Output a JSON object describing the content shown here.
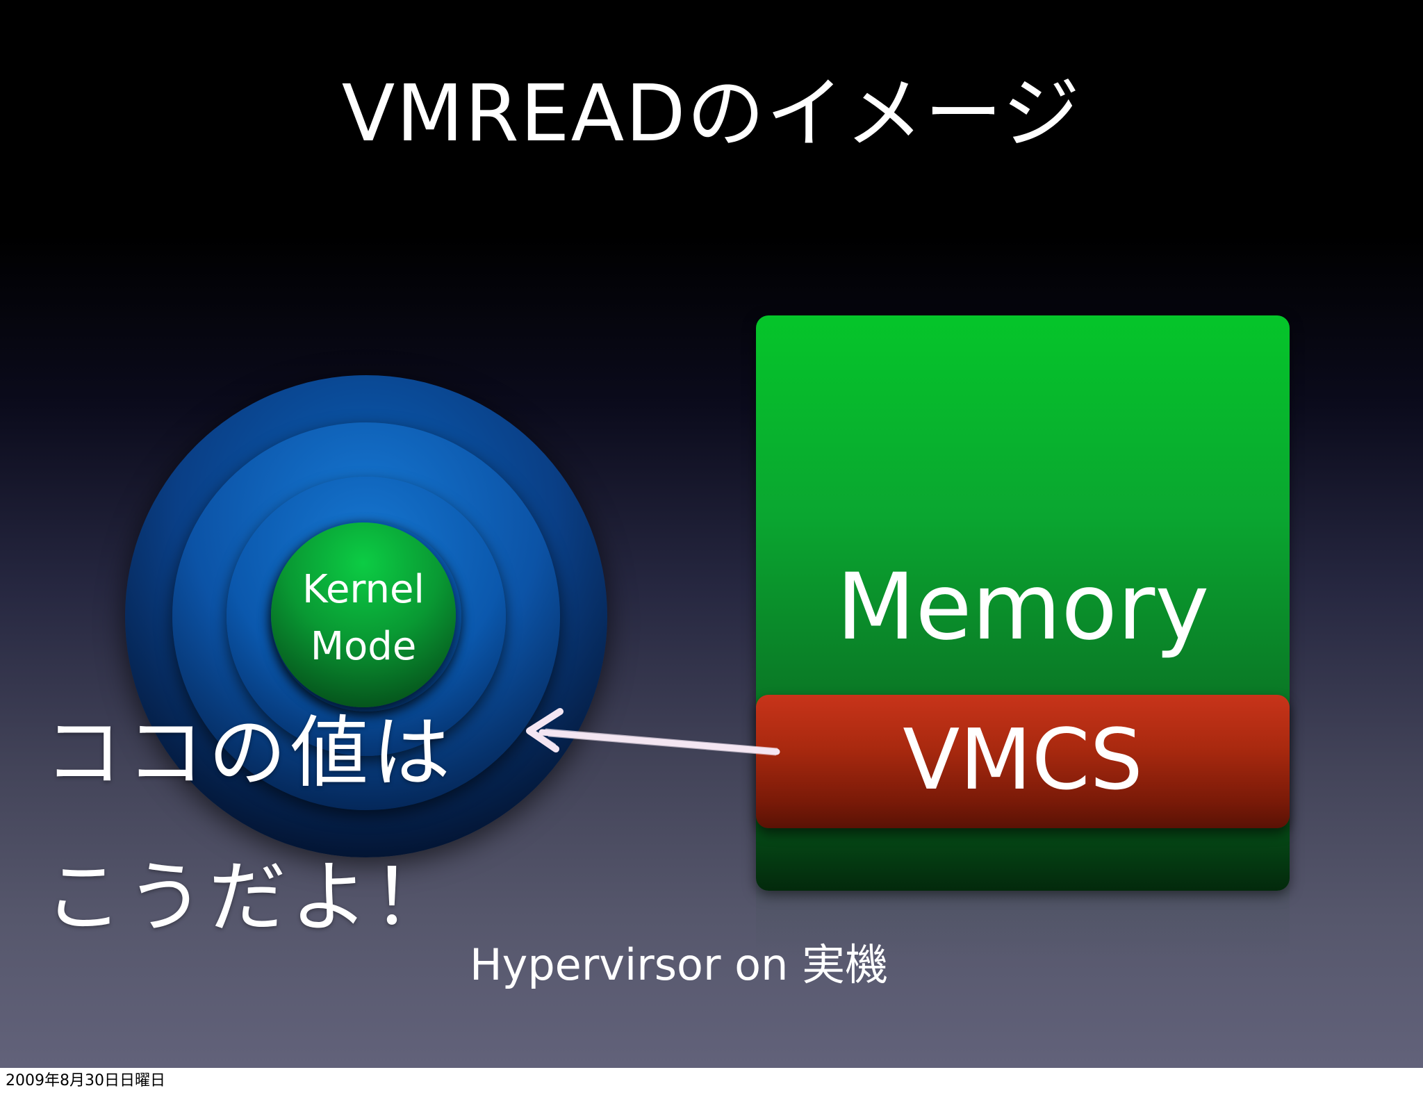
{
  "slide": {
    "title": "VMREADのイメージ",
    "kernel_line1": "Kernel",
    "kernel_line2": "Mode",
    "memory_label": "Memory",
    "vmcs_label": "VMCS",
    "message_line1": "ココの値は",
    "message_line2": "こうだよ！",
    "caption": "Hypervirsor on 実機"
  },
  "footer": {
    "date": "2009年8月30日日曜日"
  },
  "colors": {
    "memory_green": "#0aa630",
    "vmcs_red": "#b52c12",
    "ring_blue": "#0b58ad",
    "kernel_green": "#099933",
    "arrow_chalk": "#f4e6f2"
  }
}
